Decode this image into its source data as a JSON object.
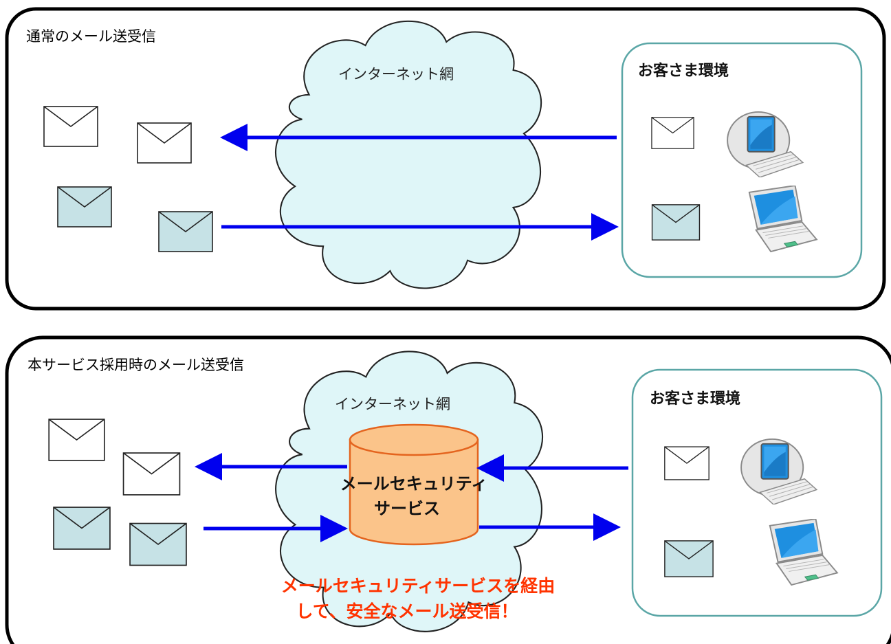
{
  "panels": {
    "normal": {
      "title": "通常のメール送受信",
      "cloud_label": "インターネット網",
      "env_label": "お客さま環境"
    },
    "service": {
      "title": "本サービス採用時のメール送受信",
      "cloud_label": "インターネット網",
      "env_label": "お客さま環境",
      "server_line1": "メールセキュリティ",
      "server_line2": "サービス",
      "caption_line1": "メールセキュリティサービスを経由",
      "caption_line2": "して、安全なメール送受信！"
    }
  },
  "colors": {
    "arrow": "#0000ee",
    "cloud_fill": "#dff6f8",
    "env_border": "#5aa6a6",
    "envelope_blue": "#c6e2e6",
    "server_fill": "#fbc48a",
    "server_stroke": "#e4641e",
    "caption": "#ff3300"
  },
  "icons": [
    "envelope-icon",
    "desktop-computer-icon",
    "laptop-computer-icon",
    "database-server-icon",
    "cloud-icon"
  ]
}
